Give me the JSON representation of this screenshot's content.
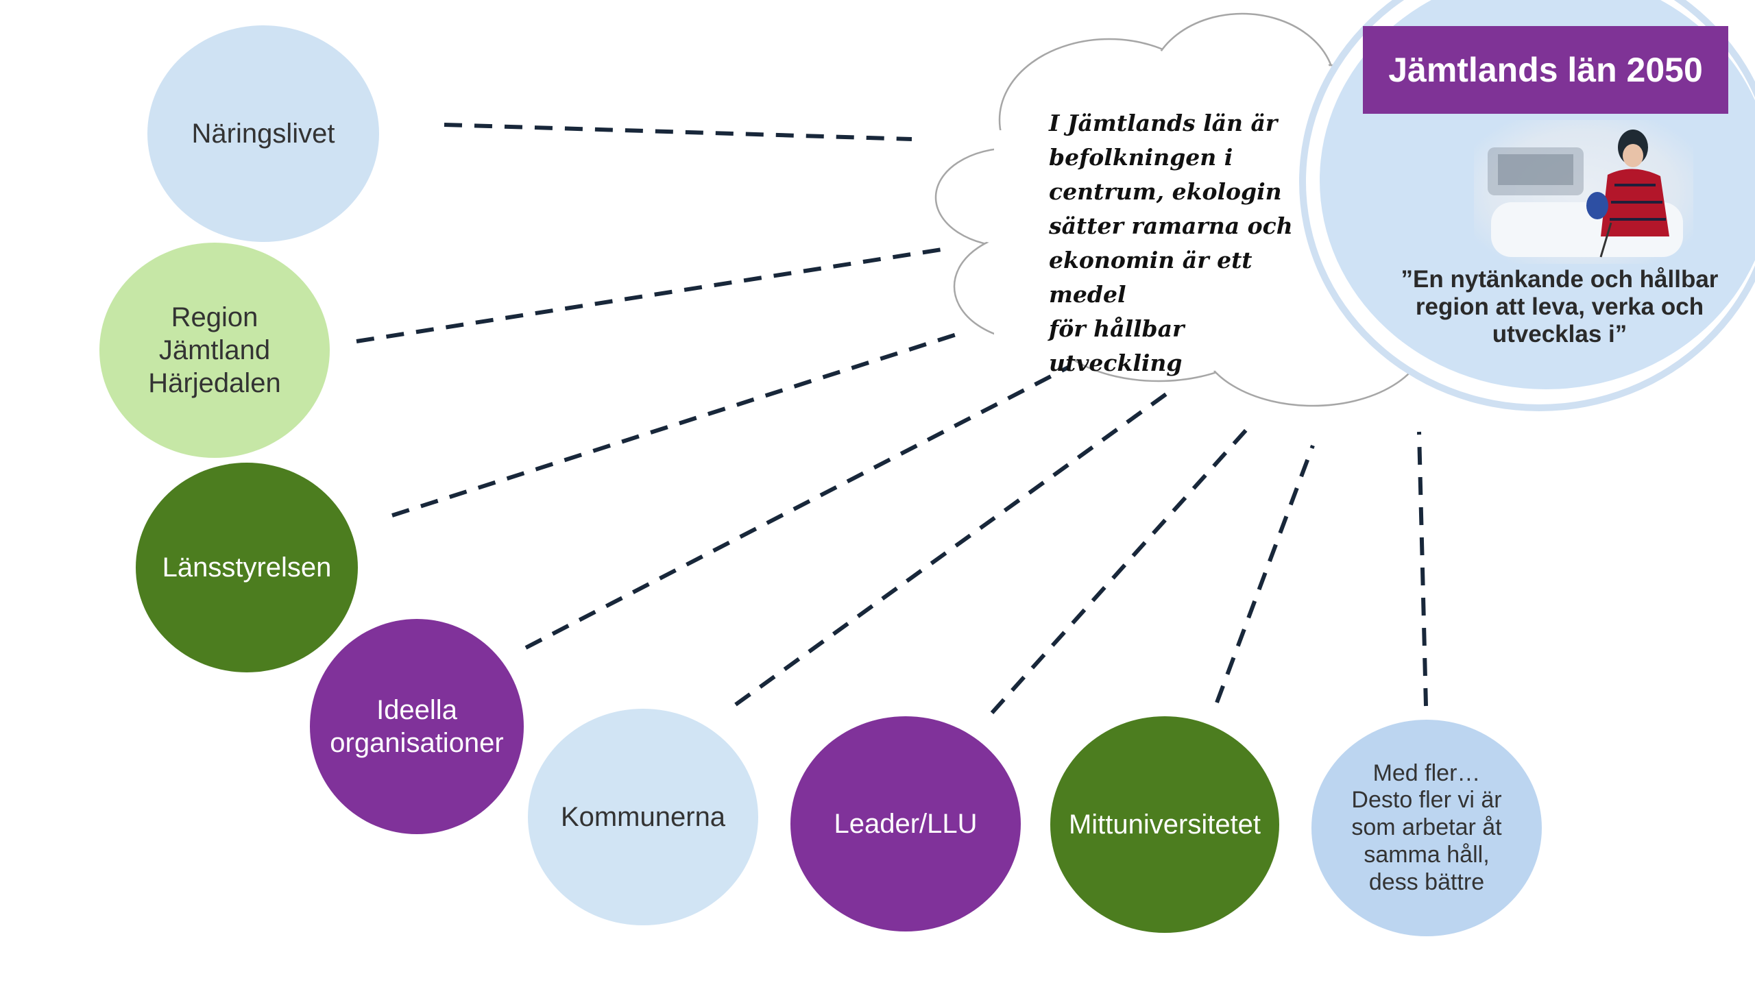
{
  "cloud_statement": "I Jämtlands län är\nbefolkningen i\ncentrum, ekologin\nsätter ramarna och\nekonomin är ett medel\nför hållbar utveckling",
  "vision": {
    "title": "Jämtlands län 2050",
    "quote": "”En nytänkande och hållbar\nregion att leva, verka och\nutvecklas i”"
  },
  "stakeholders": [
    {
      "label": "Näringslivet",
      "color": "#cfe2f3",
      "text_color": "#333333"
    },
    {
      "label": "Region Jämtland\nHärjedalen",
      "color": "#c6e7a6",
      "text_color": "#333333"
    },
    {
      "label": "Länsstyrelsen",
      "color": "#4c7d1f",
      "text_color": "#ffffff"
    },
    {
      "label": "Ideella\norganisationer",
      "color": "#80329a",
      "text_color": "#ffffff"
    },
    {
      "label": "Kommunerna",
      "color": "#d1e4f4",
      "text_color": "#333333"
    },
    {
      "label": "Leader/LLU",
      "color": "#80329a",
      "text_color": "#ffffff"
    },
    {
      "label": "Mittuniversitetet",
      "color": "#4c7d1f",
      "text_color": "#ffffff"
    },
    {
      "label": "Med fler…\nDesto fler vi är\nsom arbetar åt\nsamma håll,\ndess bättre",
      "color": "#bcd5f0",
      "text_color": "#333333"
    }
  ],
  "colors": {
    "connector": "#18273a",
    "cloud_outline": "#a6a6a6",
    "accent_purple": "#7f3396"
  }
}
